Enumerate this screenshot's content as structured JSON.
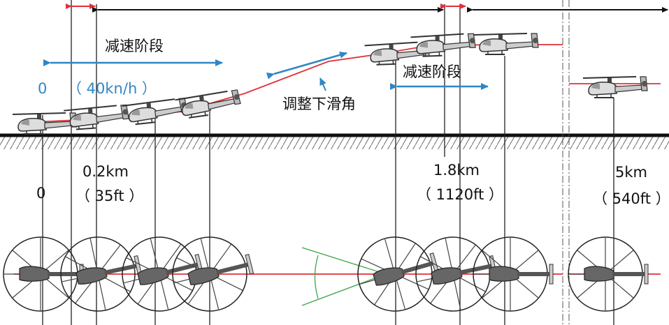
{
  "phases": {
    "decel_1": "减速阶段",
    "decel_2": "减速阶段",
    "adjust_glide": "调整下滑角"
  },
  "speeds": {
    "start": "0",
    "mid": "（ 40kn/h ）"
  },
  "distances": [
    {
      "km": "0",
      "ft": ""
    },
    {
      "km": "0.2km",
      "ft": "（ 35ft ）"
    },
    {
      "km": "1.8km",
      "ft": "（ 1120ft ）"
    },
    {
      "km": "5km",
      "ft": "（ 540ft ）"
    }
  ],
  "colors": {
    "path_red": "#e0303a",
    "arrow_blue": "#2f86c6",
    "ground": "#111111",
    "sector_green": "#3aa64a"
  }
}
